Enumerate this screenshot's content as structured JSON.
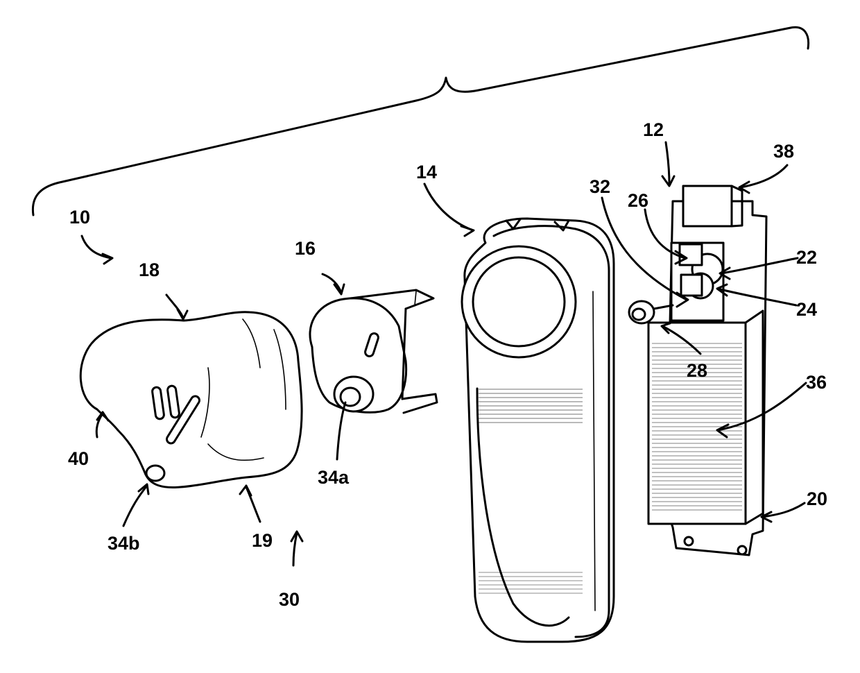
{
  "labels": {
    "l10": "10",
    "l12": "12",
    "l14": "14",
    "l16": "16",
    "l18": "18",
    "l19": "19",
    "l20": "20",
    "l22": "22",
    "l24": "24",
    "l26": "26",
    "l28": "28",
    "l30": "30",
    "l32": "32",
    "l34a": "34a",
    "l34b": "34b",
    "l36": "36",
    "l38": "38",
    "l40": "40"
  }
}
